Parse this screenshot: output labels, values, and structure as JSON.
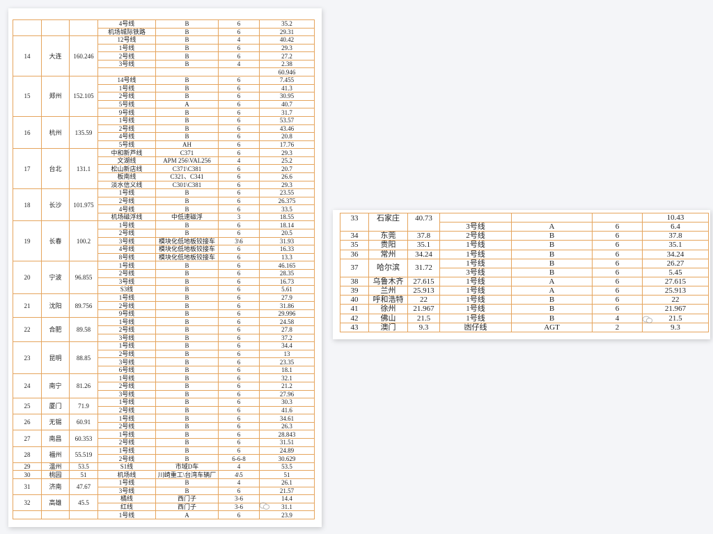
{
  "colors": {
    "grid": "#e5a45c",
    "background": "#f4f5f8",
    "page": "#ffffff",
    "text": "#1e1e1e"
  },
  "watermark": {
    "icon": "wechat-account-icon"
  },
  "left_table": {
    "groups": [
      {
        "rank": "",
        "city": "",
        "total": "",
        "lines": [
          {
            "line": "4号线",
            "vehicle": "B",
            "cars": "6",
            "length": "35.2"
          },
          {
            "line": "机场城际铁路",
            "vehicle": "B",
            "cars": "6",
            "length": "29.31"
          }
        ]
      },
      {
        "rank": "14",
        "city": "大连",
        "total": "160.246",
        "lines": [
          {
            "line": "12号线",
            "vehicle": "B",
            "cars": "4",
            "length": "40.42"
          },
          {
            "line": "1号线",
            "vehicle": "B",
            "cars": "6",
            "length": "29.3"
          },
          {
            "line": "2号线",
            "vehicle": "B",
            "cars": "6",
            "length": "27.2"
          },
          {
            "line": "3号线",
            "vehicle": "B",
            "cars": "4",
            "length": "2.38"
          },
          {
            "line": "",
            "vehicle": "",
            "cars": "",
            "length": "60.946"
          }
        ]
      },
      {
        "rank": "15",
        "city": "郑州",
        "total": "152.105",
        "lines": [
          {
            "line": "14号线",
            "vehicle": "B",
            "cars": "6",
            "length": "7.455"
          },
          {
            "line": "1号线",
            "vehicle": "B",
            "cars": "6",
            "length": "41.3"
          },
          {
            "line": "2号线",
            "vehicle": "B",
            "cars": "6",
            "length": "30.95"
          },
          {
            "line": "5号线",
            "vehicle": "A",
            "cars": "6",
            "length": "40.7"
          },
          {
            "line": "9号线",
            "vehicle": "B",
            "cars": "6",
            "length": "31.7"
          }
        ]
      },
      {
        "rank": "16",
        "city": "杭州",
        "total": "135.59",
        "lines": [
          {
            "line": "1号线",
            "vehicle": "B",
            "cars": "6",
            "length": "53.57"
          },
          {
            "line": "2号线",
            "vehicle": "B",
            "cars": "6",
            "length": "43.46"
          },
          {
            "line": "4号线",
            "vehicle": "B",
            "cars": "6",
            "length": "20.8"
          },
          {
            "line": "5号线",
            "vehicle": "AH",
            "cars": "6",
            "length": "17.76"
          }
        ]
      },
      {
        "rank": "17",
        "city": "台北",
        "total": "131.1",
        "lines": [
          {
            "line": "中和新芦线",
            "vehicle": "C371",
            "cars": "6",
            "length": "29.3"
          },
          {
            "line": "文湖线",
            "vehicle": "APM 256\\VAL256",
            "cars": "4",
            "length": "25.2"
          },
          {
            "line": "松山新店线",
            "vehicle": "C371\\C381",
            "cars": "6",
            "length": "20.7"
          },
          {
            "line": "板南线",
            "vehicle": "C321、C341",
            "cars": "6",
            "length": "26.6"
          },
          {
            "line": "淡水信义线",
            "vehicle": "C301\\C381",
            "cars": "6",
            "length": "29.3"
          }
        ]
      },
      {
        "rank": "18",
        "city": "长沙",
        "total": "101.975",
        "lines": [
          {
            "line": "1号线",
            "vehicle": "B",
            "cars": "6",
            "length": "23.55"
          },
          {
            "line": "2号线",
            "vehicle": "B",
            "cars": "6",
            "length": "26.375"
          },
          {
            "line": "4号线",
            "vehicle": "B",
            "cars": "6",
            "length": "33.5"
          },
          {
            "line": "机场磁浮线",
            "vehicle": "中低速磁浮",
            "cars": "3",
            "length": "18.55"
          }
        ]
      },
      {
        "rank": "19",
        "city": "长春",
        "total": "100.2",
        "lines": [
          {
            "line": "1号线",
            "vehicle": "B",
            "cars": "6",
            "length": "18.14"
          },
          {
            "line": "2号线",
            "vehicle": "B",
            "cars": "6",
            "length": "20.5"
          },
          {
            "line": "3号线",
            "vehicle": "模块化低地板铰接车",
            "cars": "3\\6",
            "length": "31.93"
          },
          {
            "line": "4号线",
            "vehicle": "模块化低地板铰接车",
            "cars": "6",
            "length": "16.33"
          },
          {
            "line": "8号线",
            "vehicle": "模块化低地板铰接车",
            "cars": "6",
            "length": "13.3"
          }
        ]
      },
      {
        "rank": "20",
        "city": "宁波",
        "total": "96.855",
        "lines": [
          {
            "line": "1号线",
            "vehicle": "B",
            "cars": "6",
            "length": "46.165"
          },
          {
            "line": "2号线",
            "vehicle": "B",
            "cars": "6",
            "length": "28.35"
          },
          {
            "line": "3号线",
            "vehicle": "B",
            "cars": "6",
            "length": "16.73"
          },
          {
            "line": "S3线",
            "vehicle": "B",
            "cars": "6",
            "length": "5.61"
          }
        ]
      },
      {
        "rank": "21",
        "city": "沈阳",
        "total": "89.756",
        "lines": [
          {
            "line": "1号线",
            "vehicle": "B",
            "cars": "6",
            "length": "27.9"
          },
          {
            "line": "2号线",
            "vehicle": "B",
            "cars": "6",
            "length": "31.86"
          },
          {
            "line": "9号线",
            "vehicle": "B",
            "cars": "6",
            "length": "29.996"
          }
        ]
      },
      {
        "rank": "22",
        "city": "合肥",
        "total": "89.58",
        "lines": [
          {
            "line": "1号线",
            "vehicle": "B",
            "cars": "6",
            "length": "24.58"
          },
          {
            "line": "2号线",
            "vehicle": "B",
            "cars": "6",
            "length": "27.8"
          },
          {
            "line": "3号线",
            "vehicle": "B",
            "cars": "6",
            "length": "37.2"
          }
        ]
      },
      {
        "rank": "23",
        "city": "昆明",
        "total": "88.85",
        "lines": [
          {
            "line": "1号线",
            "vehicle": "B",
            "cars": "6",
            "length": "34.4"
          },
          {
            "line": "2号线",
            "vehicle": "B",
            "cars": "6",
            "length": "13"
          },
          {
            "line": "3号线",
            "vehicle": "B",
            "cars": "6",
            "length": "23.35"
          },
          {
            "line": "6号线",
            "vehicle": "B",
            "cars": "6",
            "length": "18.1"
          }
        ]
      },
      {
        "rank": "24",
        "city": "南宁",
        "total": "81.26",
        "lines": [
          {
            "line": "1号线",
            "vehicle": "B",
            "cars": "6",
            "length": "32.1"
          },
          {
            "line": "2号线",
            "vehicle": "B",
            "cars": "6",
            "length": "21.2"
          },
          {
            "line": "3号线",
            "vehicle": "B",
            "cars": "6",
            "length": "27.96"
          }
        ]
      },
      {
        "rank": "25",
        "city": "厦门",
        "total": "71.9",
        "lines": [
          {
            "line": "1号线",
            "vehicle": "B",
            "cars": "6",
            "length": "30.3"
          },
          {
            "line": "2号线",
            "vehicle": "B",
            "cars": "6",
            "length": "41.6"
          }
        ]
      },
      {
        "rank": "26",
        "city": "无锡",
        "total": "60.91",
        "lines": [
          {
            "line": "1号线",
            "vehicle": "B",
            "cars": "6",
            "length": "34.61"
          },
          {
            "line": "2号线",
            "vehicle": "B",
            "cars": "6",
            "length": "26.3"
          }
        ]
      },
      {
        "rank": "27",
        "city": "南昌",
        "total": "60.353",
        "lines": [
          {
            "line": "1号线",
            "vehicle": "B",
            "cars": "6",
            "length": "28.843"
          },
          {
            "line": "2号线",
            "vehicle": "B",
            "cars": "6",
            "length": "31.51"
          }
        ]
      },
      {
        "rank": "28",
        "city": "福州",
        "total": "55.519",
        "lines": [
          {
            "line": "1号线",
            "vehicle": "B",
            "cars": "6",
            "length": "24.89"
          },
          {
            "line": "2号线",
            "vehicle": "B",
            "cars": "6-6-8",
            "length": "30.629"
          }
        ]
      },
      {
        "rank": "29",
        "city": "温州",
        "total": "53.5",
        "lines": [
          {
            "line": "S1线",
            "vehicle": "市域D车",
            "cars": "4",
            "length": "53.5"
          }
        ]
      },
      {
        "rank": "30",
        "city": "桃园",
        "total": "51",
        "lines": [
          {
            "line": "机场线",
            "vehicle": "川崎重工\\台湾车辆厂",
            "cars": "4\\5",
            "length": "51"
          }
        ]
      },
      {
        "rank": "31",
        "city": "济南",
        "total": "47.67",
        "lines": [
          {
            "line": "1号线",
            "vehicle": "B",
            "cars": "4",
            "length": "26.1"
          },
          {
            "line": "3号线",
            "vehicle": "B",
            "cars": "6",
            "length": "21.57"
          }
        ]
      },
      {
        "rank": "32",
        "city": "高雄",
        "total": "45.5",
        "lines": [
          {
            "line": "橘线",
            "vehicle": "西门子",
            "cars": "3-6",
            "length": "14.4"
          },
          {
            "line": "红线",
            "vehicle": "西门子",
            "cars": "3-6",
            "length": "31.1"
          }
        ]
      },
      {
        "rank": "",
        "city": "",
        "total": "",
        "lines": [
          {
            "line": "1号线",
            "vehicle": "A",
            "cars": "6",
            "length": "23.9"
          }
        ]
      }
    ]
  },
  "right_table": {
    "groups": [
      {
        "rank": "33",
        "city": "石家庄",
        "total": "40.73",
        "lines": [
          {
            "line": "",
            "vehicle": "",
            "cars": "",
            "length": "10.43"
          },
          {
            "line": "3号线",
            "vehicle": "A",
            "cars": "6",
            "length": "6.4"
          }
        ]
      },
      {
        "rank": "34",
        "city": "东莞",
        "total": "37.8",
        "lines": [
          {
            "line": "2号线",
            "vehicle": "B",
            "cars": "6",
            "length": "37.8"
          }
        ]
      },
      {
        "rank": "35",
        "city": "贵阳",
        "total": "35.1",
        "lines": [
          {
            "line": "1号线",
            "vehicle": "B",
            "cars": "6",
            "length": "35.1"
          }
        ]
      },
      {
        "rank": "36",
        "city": "常州",
        "total": "34.24",
        "lines": [
          {
            "line": "1号线",
            "vehicle": "B",
            "cars": "6",
            "length": "34.24"
          }
        ]
      },
      {
        "rank": "37",
        "city": "哈尔滨",
        "total": "31.72",
        "lines": [
          {
            "line": "1号线",
            "vehicle": "B",
            "cars": "6",
            "length": "26.27"
          },
          {
            "line": "3号线",
            "vehicle": "B",
            "cars": "6",
            "length": "5.45"
          }
        ]
      },
      {
        "rank": "38",
        "city": "乌鲁木齐",
        "total": "27.615",
        "lines": [
          {
            "line": "1号线",
            "vehicle": "A",
            "cars": "6",
            "length": "27.615"
          }
        ]
      },
      {
        "rank": "39",
        "city": "兰州",
        "total": "25.913",
        "lines": [
          {
            "line": "1号线",
            "vehicle": "A",
            "cars": "6",
            "length": "25.913"
          }
        ]
      },
      {
        "rank": "40",
        "city": "呼和浩特",
        "total": "22",
        "lines": [
          {
            "line": "1号线",
            "vehicle": "B",
            "cars": "6",
            "length": "22"
          }
        ]
      },
      {
        "rank": "41",
        "city": "徐州",
        "total": "21.967",
        "lines": [
          {
            "line": "1号线",
            "vehicle": "B",
            "cars": "6",
            "length": "21.967"
          }
        ]
      },
      {
        "rank": "42",
        "city": "佛山",
        "total": "21.5",
        "lines": [
          {
            "line": "1号线",
            "vehicle": "B",
            "cars": "4",
            "length": "21.5"
          }
        ]
      },
      {
        "rank": "43",
        "city": "澳门",
        "total": "9.3",
        "lines": [
          {
            "line": "凼仔线",
            "vehicle": "AGT",
            "cars": "2",
            "length": "9.3"
          }
        ]
      }
    ]
  }
}
